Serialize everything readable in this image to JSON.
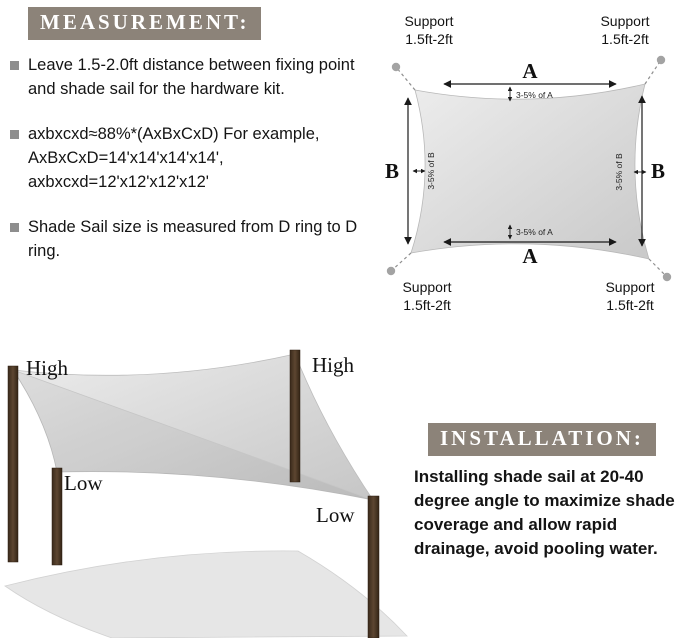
{
  "measurement": {
    "title": "MEASUREMENT:",
    "bullets": [
      "Leave 1.5-2.0ft distance between fixing point and shade sail for the hardware kit.",
      "axbxcxd≈88%*(AxBxCxD) For example, AxBxCxD=14'x14'x14'x14', axbxcxd=12'x12'x12'x12'",
      "Shade Sail size is measured from D ring to D ring."
    ]
  },
  "sail_diagram": {
    "support_label": "Support",
    "support_distance": "1.5ft-2ft",
    "edge_a_label": "A",
    "edge_b_label": "B",
    "sag_a_label": "3-5% of A",
    "sag_b_label": "3-5% of B"
  },
  "installation_diagram": {
    "high_label": "High",
    "low_label": "Low"
  },
  "installation": {
    "title": "INSTALLATION:",
    "text": "Installing shade sail at 20-40 degree angle to maximize shade coverage and allow rapid drainage, avoid pooling water."
  },
  "colors": {
    "header_bg": "#8c8379",
    "sail_fill": "#d9d9d9",
    "post_brown": "#4e3a28",
    "support_dot": "#a3a3a3",
    "text_dark": "#141414"
  }
}
